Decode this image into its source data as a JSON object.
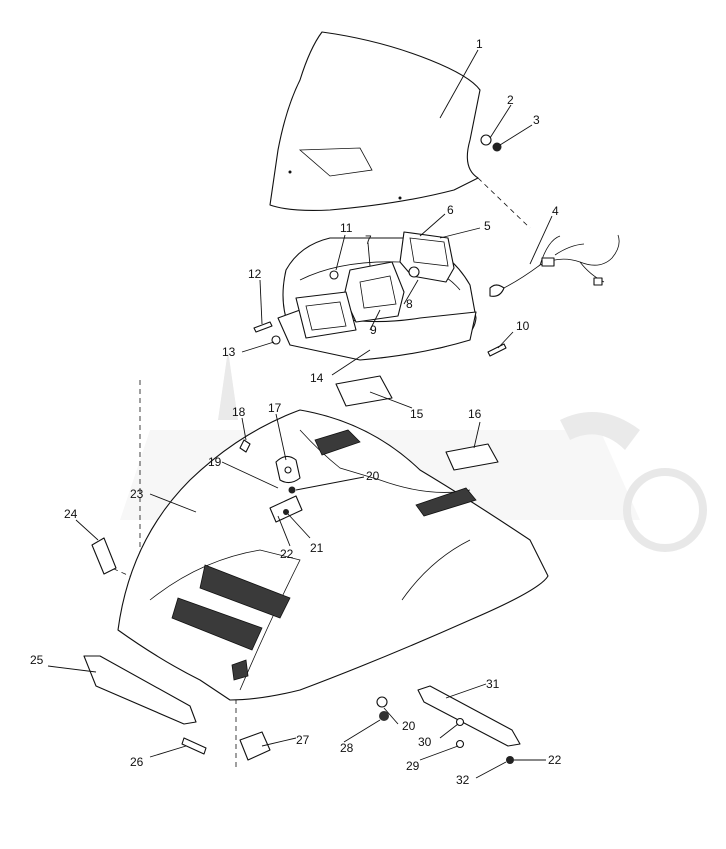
{
  "callouts": [
    {
      "id": "1",
      "text": "1"
    },
    {
      "id": "2",
      "text": "2"
    },
    {
      "id": "3",
      "text": "3"
    },
    {
      "id": "4",
      "text": "4"
    },
    {
      "id": "5",
      "text": "5"
    },
    {
      "id": "6",
      "text": "6"
    },
    {
      "id": "7",
      "text": "7"
    },
    {
      "id": "8",
      "text": "8"
    },
    {
      "id": "9",
      "text": "9"
    },
    {
      "id": "10",
      "text": "10"
    },
    {
      "id": "11",
      "text": "11"
    },
    {
      "id": "12",
      "text": "12"
    },
    {
      "id": "13",
      "text": "13"
    },
    {
      "id": "14",
      "text": "14"
    },
    {
      "id": "15",
      "text": "15"
    },
    {
      "id": "16",
      "text": "16"
    },
    {
      "id": "17",
      "text": "17"
    },
    {
      "id": "18",
      "text": "18"
    },
    {
      "id": "19",
      "text": "19"
    },
    {
      "id": "20a",
      "text": "20"
    },
    {
      "id": "21",
      "text": "21"
    },
    {
      "id": "22a",
      "text": "22"
    },
    {
      "id": "23",
      "text": "23"
    },
    {
      "id": "24",
      "text": "24"
    },
    {
      "id": "25",
      "text": "25"
    },
    {
      "id": "26",
      "text": "26"
    },
    {
      "id": "27",
      "text": "27"
    },
    {
      "id": "28",
      "text": "28"
    },
    {
      "id": "20b",
      "text": "20"
    },
    {
      "id": "29",
      "text": "29"
    },
    {
      "id": "30",
      "text": "30"
    },
    {
      "id": "31",
      "text": "31"
    },
    {
      "id": "32",
      "text": "32"
    },
    {
      "id": "22b",
      "text": "22"
    }
  ]
}
